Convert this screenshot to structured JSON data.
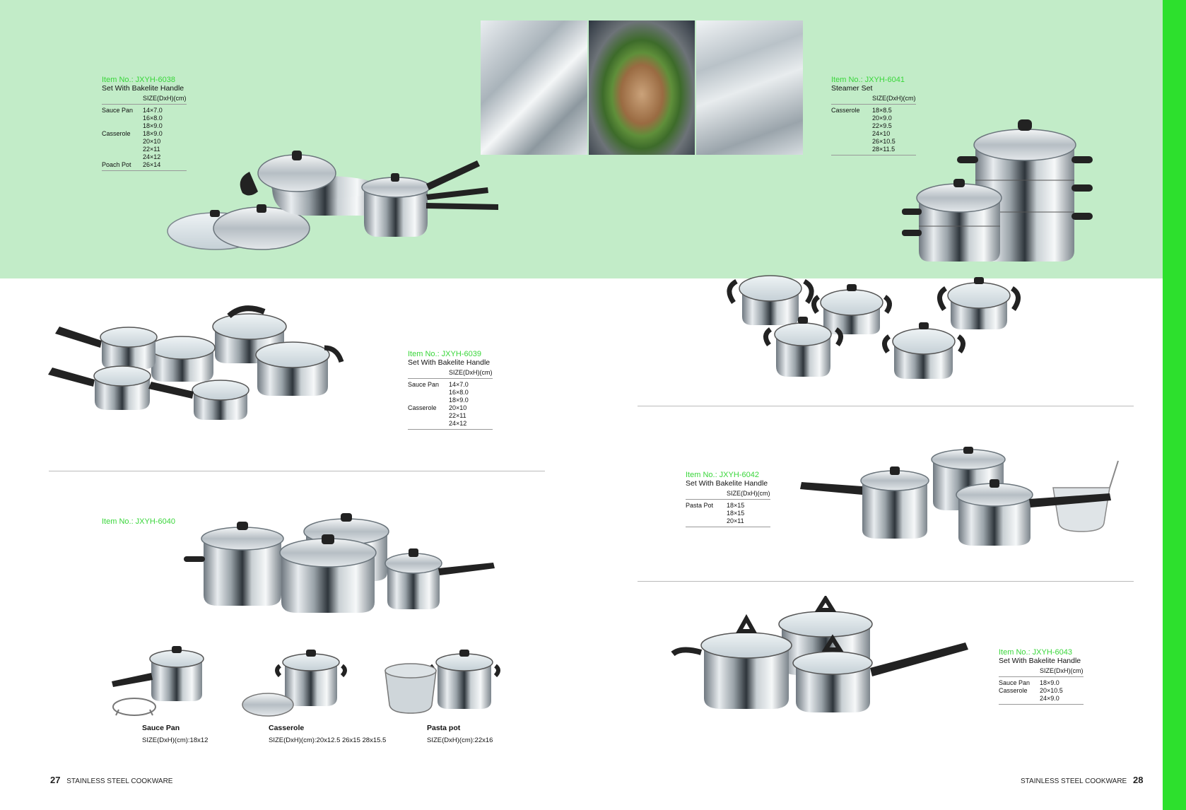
{
  "colors": {
    "band": "#c2ecc8",
    "accent": "#2de02d",
    "item_no": "#39d63a"
  },
  "p6038": {
    "item_no": "Item No.: JXYH-6038",
    "subtitle": "Set With Bakelite Handle",
    "size_header": "SIZE(DxH)(cm)",
    "rows": [
      {
        "name": "Sauce Pan",
        "sizes": [
          "14×7.0",
          "16×8.0",
          "18×9.0"
        ]
      },
      {
        "name": "Casserole",
        "sizes": [
          "18×9.0",
          "20×10",
          "22×11",
          "24×12"
        ]
      },
      {
        "name": "Poach Pot",
        "sizes": [
          "26×14"
        ]
      }
    ]
  },
  "p6041": {
    "item_no": "Item No.: JXYH-6041",
    "subtitle": "Steamer Set",
    "size_header": "SIZE(DxH)(cm)",
    "rows": [
      {
        "name": "Casserole",
        "sizes": [
          "18×8.5",
          "20×9.0",
          "22×9.5",
          "24×10",
          "26×10.5",
          "28×11.5"
        ]
      }
    ]
  },
  "p6039": {
    "item_no": "Item No.: JXYH-6039",
    "subtitle": "Set With Bakelite Handle",
    "size_header": "SIZE(DxH)(cm)",
    "rows": [
      {
        "name": "Sauce Pan",
        "sizes": [
          "14×7.0",
          "16×8.0",
          "18×9.0"
        ]
      },
      {
        "name": "Casserole",
        "sizes": [
          "20×10",
          "22×11",
          "24×12"
        ]
      }
    ]
  },
  "p6040": {
    "item_no": "Item No.: JXYH-6040",
    "captions": [
      {
        "title": "Sauce Pan",
        "size": "SIZE(DxH)(cm):18x12"
      },
      {
        "title": "Casserole",
        "size": "SIZE(DxH)(cm):20x12.5 26x15 28x15.5"
      },
      {
        "title": "Pasta pot",
        "size": "SIZE(DxH)(cm):22x16"
      }
    ]
  },
  "p6042": {
    "item_no": "Item No.: JXYH-6042",
    "subtitle": "Set With Bakelite Handle",
    "size_header": "SIZE(DxH)(cm)",
    "rows": [
      {
        "name": "Pasta Pot",
        "sizes": [
          "18×15",
          "18×15",
          "20×11"
        ]
      }
    ]
  },
  "p6043": {
    "item_no": "Item No.: JXYH-6043",
    "subtitle": "Set With Bakelite Handle",
    "size_header": "SIZE(DxH)(cm)",
    "rows": [
      {
        "name": "Sauce Pan",
        "sizes": [
          "18×9.0"
        ]
      },
      {
        "name": "Casserole",
        "sizes": [
          "20×10.5",
          "24×9.0"
        ]
      }
    ]
  },
  "footer": {
    "left_page": "27",
    "left_text": "STAINLESS STEEL COOKWARE",
    "right_text": "STAINLESS STEEL COOKWARE",
    "right_page": "28"
  }
}
